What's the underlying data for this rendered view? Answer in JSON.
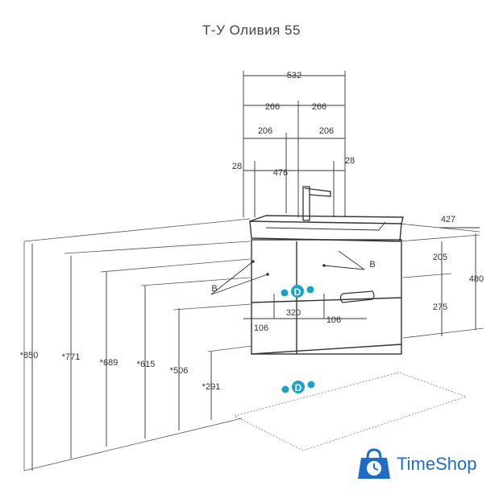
{
  "title": "Т-У Оливия 55",
  "dimensions": {
    "total_width": "532",
    "half_left": "266",
    "half_right": "266",
    "inner_left": "206",
    "inner_right": "206",
    "offset_left": "28",
    "offset_right": "28",
    "top_width": "476",
    "depth": "427",
    "drawer_top": "205",
    "drawer_bottom": "275",
    "cabinet_height": "480",
    "drain_distance": "320",
    "drain_left": "106",
    "drain_right": "106",
    "h_850": "*850",
    "h_771": "*771",
    "h_689": "*689",
    "h_615": "*615",
    "h_506": "*506",
    "h_291": "*291"
  },
  "labels": {
    "b_left": "B",
    "b_right": "B",
    "drain": "D",
    "drain_floor": "D"
  },
  "colors": {
    "line": "#333333",
    "accent": "#1aa3c9",
    "brand": "#1e6ec8"
  },
  "brand": {
    "name": "TimeShop",
    "icon": "clock-bag-icon"
  }
}
